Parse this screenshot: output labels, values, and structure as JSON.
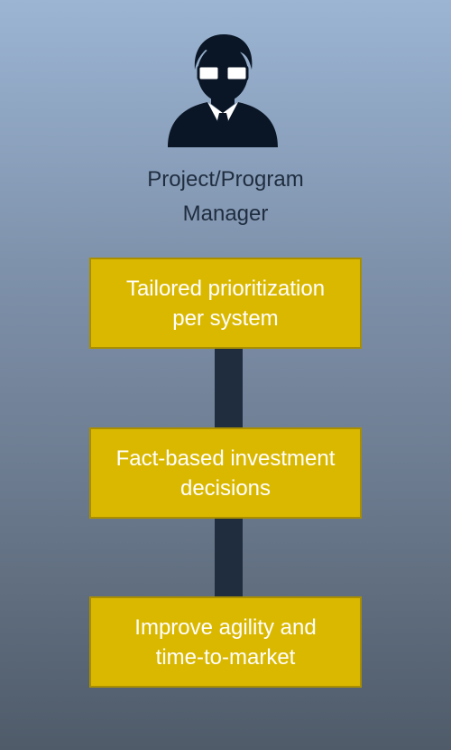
{
  "persona": {
    "icon": "businessman-icon",
    "label_line1": "Project/Program",
    "label_line2": "Manager"
  },
  "steps": [
    {
      "line1": "Tailored prioritization",
      "line2": "per system"
    },
    {
      "line1": "Fact-based investment",
      "line2": "decisions"
    },
    {
      "line1": "Improve agility and",
      "line2": "time-to-market"
    }
  ],
  "colors": {
    "step_fill": "#dbb800",
    "step_border": "#a98f00",
    "connector": "#1f2d3f",
    "label_text": "#1f2d3f",
    "step_text": "#ffffff"
  }
}
